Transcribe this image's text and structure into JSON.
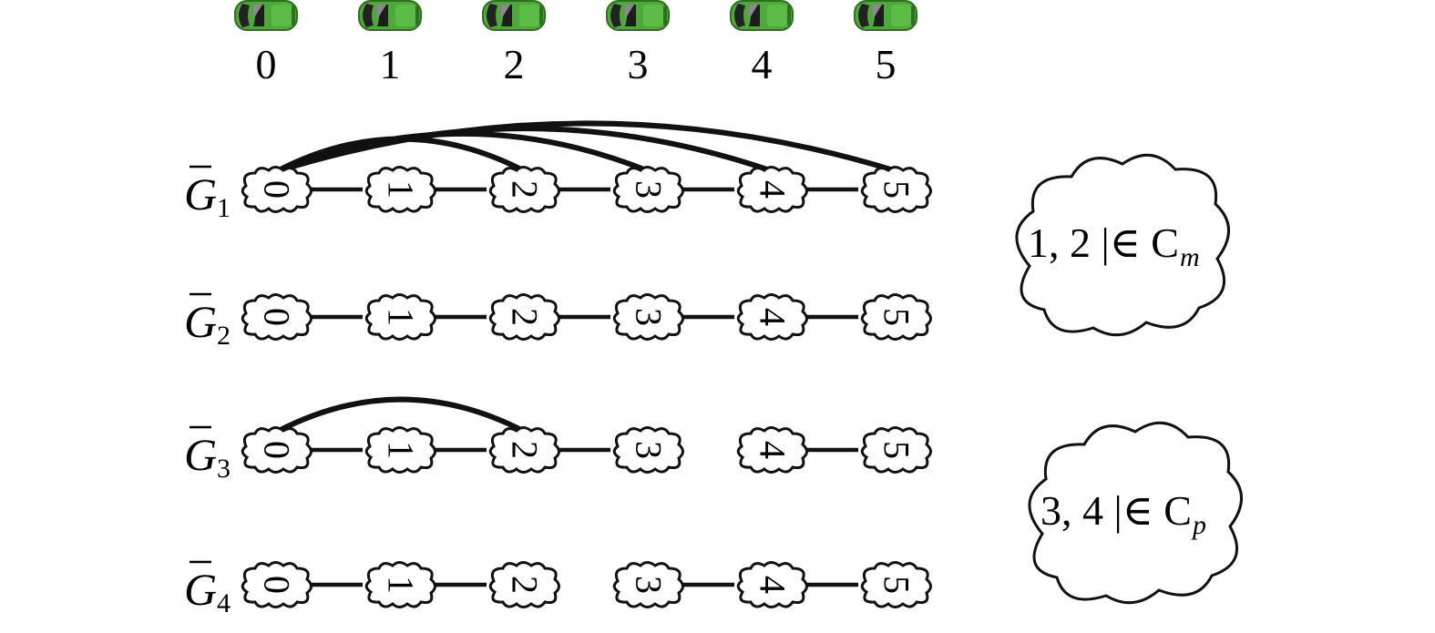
{
  "cars": [
    "0",
    "1",
    "2",
    "3",
    "4",
    "5"
  ],
  "colors": {
    "car_body": "#4fa93a",
    "car_dark": "#2e6f22",
    "line": "#111111"
  },
  "graphs": [
    {
      "letter": "G",
      "sub": "1",
      "nodes": [
        "0",
        "1",
        "2",
        "3",
        "4",
        "5"
      ],
      "edges": [
        [
          0,
          1
        ],
        [
          1,
          2
        ],
        [
          2,
          3
        ],
        [
          3,
          4
        ],
        [
          4,
          5
        ]
      ],
      "arcs": [
        [
          0,
          2
        ],
        [
          0,
          3
        ],
        [
          0,
          4
        ],
        [
          0,
          5
        ]
      ]
    },
    {
      "letter": "G",
      "sub": "2",
      "nodes": [
        "0",
        "1",
        "2",
        "3",
        "4",
        "5"
      ],
      "edges": [
        [
          0,
          1
        ],
        [
          1,
          2
        ],
        [
          2,
          3
        ],
        [
          3,
          4
        ],
        [
          4,
          5
        ]
      ],
      "arcs": []
    },
    {
      "letter": "G",
      "sub": "3",
      "nodes": [
        "0",
        "1",
        "2",
        "3",
        "4",
        "5"
      ],
      "edges": [
        [
          0,
          1
        ],
        [
          1,
          2
        ],
        [
          2,
          3
        ],
        [
          4,
          5
        ]
      ],
      "arcs": [
        [
          0,
          2
        ]
      ]
    },
    {
      "letter": "G",
      "sub": "4",
      "nodes": [
        "0",
        "1",
        "2",
        "3",
        "4",
        "5"
      ],
      "edges": [
        [
          0,
          1
        ],
        [
          1,
          2
        ],
        [
          3,
          4
        ],
        [
          4,
          5
        ]
      ],
      "arcs": []
    }
  ],
  "clouds": [
    {
      "text": "1, 2 |∈ C",
      "sub": "m"
    },
    {
      "text": "3, 4 |∈ C",
      "sub": "p"
    }
  ]
}
